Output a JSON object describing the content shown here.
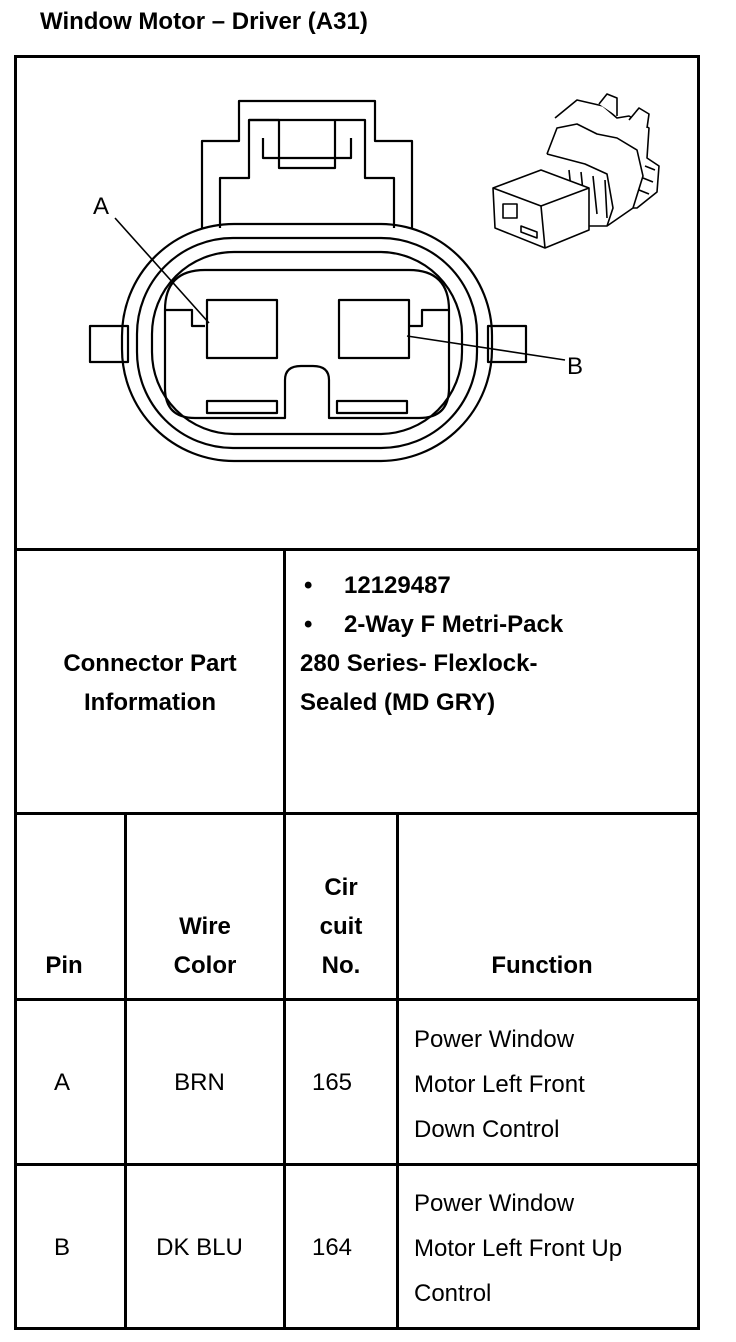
{
  "title": "Window Motor – Driver (A31)",
  "diagram": {
    "label_a": "A",
    "label_b": "B"
  },
  "connector_info": {
    "label_line1": "Connector Part",
    "label_line2": "Information",
    "bullets": [
      "12129487",
      "2-Way F Metri-Pack"
    ],
    "continuation": [
      "280 Series- Flexlock-",
      "Sealed (MD GRY)"
    ],
    "bullet_glyph": "•"
  },
  "pin_table": {
    "headers": {
      "pin": "Pin",
      "wire_color_line1": "Wire",
      "wire_color_line2": "Color",
      "circuit_line1": "Cir",
      "circuit_line2": "cuit",
      "circuit_line3": "No.",
      "function": "Function"
    },
    "rows": [
      {
        "pin": "A",
        "wire_color": "BRN",
        "circuit": "165",
        "function_lines": [
          "Power Window",
          "Motor Left Front",
          "Down Control"
        ]
      },
      {
        "pin": "B",
        "wire_color": "DK BLU",
        "circuit": "164",
        "function_lines": [
          "Power Window",
          "Motor Left Front Up",
          "Control"
        ]
      }
    ]
  }
}
